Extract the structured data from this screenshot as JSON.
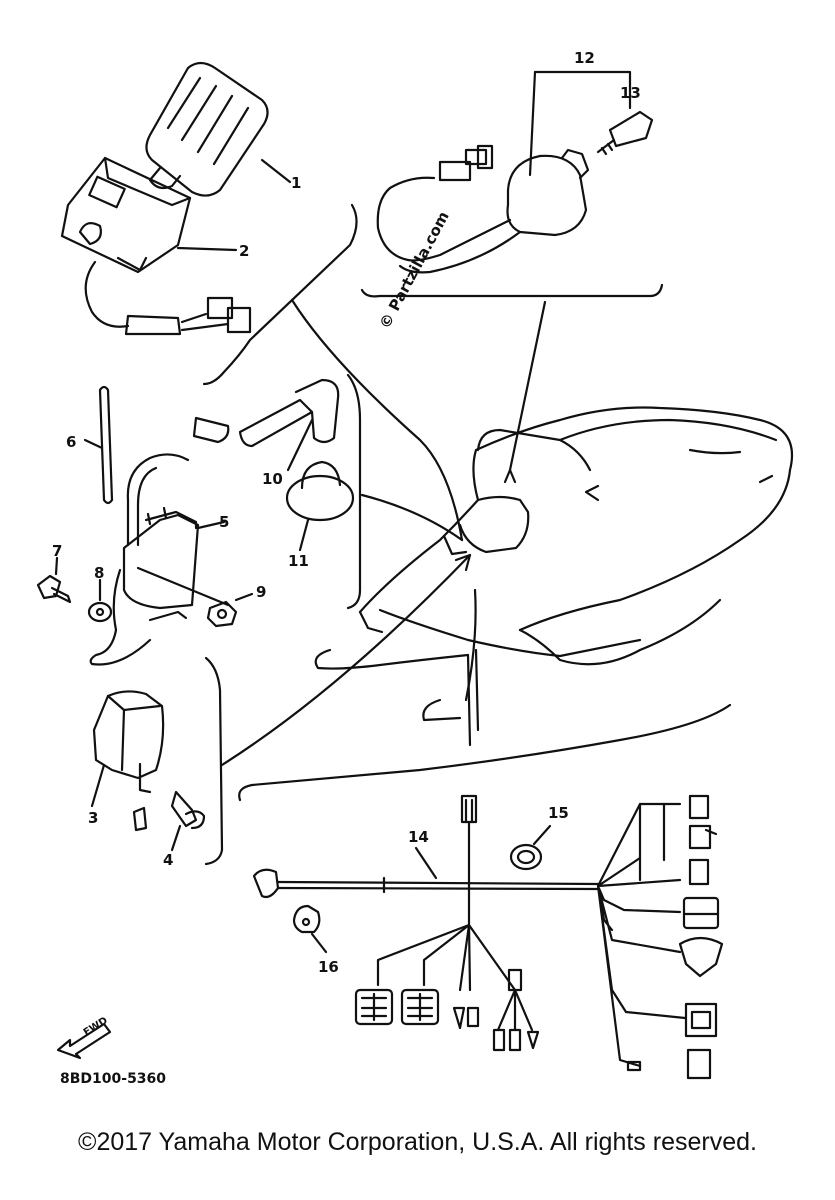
{
  "callouts": {
    "c1": "1",
    "c2": "2",
    "c3": "3",
    "c4": "4",
    "c5": "5",
    "c6": "6",
    "c7": "7",
    "c8": "8",
    "c9": "9",
    "c10": "10",
    "c11": "11",
    "c12": "12",
    "c13": "13",
    "c14": "14",
    "c15": "15",
    "c16": "16"
  },
  "fwd_label": "FWD",
  "diagram_code": "8BD100-5360",
  "watermark": "© Partzilla.com",
  "copyright": "©2017 Yamaha Motor Corporation, U.S.A. All rights reserved."
}
